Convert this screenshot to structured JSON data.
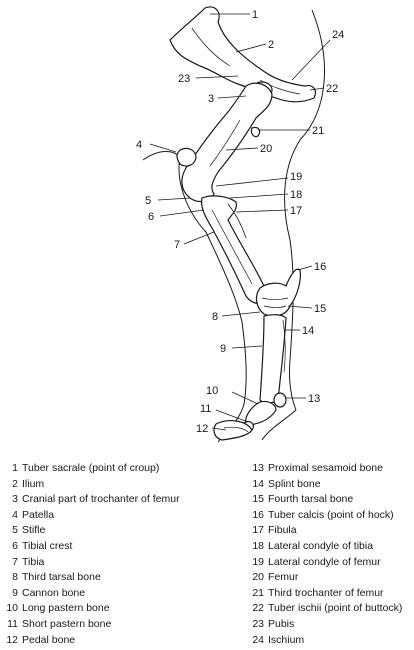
{
  "diagram": {
    "numbers": [
      "1",
      "2",
      "3",
      "4",
      "5",
      "6",
      "7",
      "8",
      "9",
      "10",
      "11",
      "12",
      "13",
      "14",
      "15",
      "16",
      "17",
      "18",
      "19",
      "20",
      "21",
      "22",
      "23",
      "24"
    ]
  },
  "legend": {
    "left": [
      {
        "num": "1",
        "text": "Tuber sacrale (point of croup)"
      },
      {
        "num": "2",
        "text": "Ilium"
      },
      {
        "num": "3",
        "text": "Cranial part of trochanter of femur"
      },
      {
        "num": "4",
        "text": "Patella"
      },
      {
        "num": "5",
        "text": "Stifle"
      },
      {
        "num": "6",
        "text": "Tibial crest"
      },
      {
        "num": "7",
        "text": "Tibia"
      },
      {
        "num": "8",
        "text": "Third tarsal bone"
      },
      {
        "num": "9",
        "text": "Cannon bone"
      },
      {
        "num": "10",
        "text": "Long pastern bone"
      },
      {
        "num": "11",
        "text": "Short pastern bone"
      },
      {
        "num": "12",
        "text": "Pedal bone"
      }
    ],
    "right": [
      {
        "num": "13",
        "text": "Proximal sesamoid bone"
      },
      {
        "num": "14",
        "text": "Splint bone"
      },
      {
        "num": "15",
        "text": "Fourth tarsal bone"
      },
      {
        "num": "16",
        "text": "Tuber calcis (point of hock)"
      },
      {
        "num": "17",
        "text": "Fibula"
      },
      {
        "num": "18",
        "text": "Lateral condyle of tibia"
      },
      {
        "num": "19",
        "text": "Lateral condyle of femur"
      },
      {
        "num": "20",
        "text": "Femur"
      },
      {
        "num": "21",
        "text": "Third trochanter of femur"
      },
      {
        "num": "22",
        "text": "Tuber ischii (point of buttock)"
      },
      {
        "num": "23",
        "text": "Pubis"
      },
      {
        "num": "24",
        "text": "Ischium"
      }
    ]
  }
}
